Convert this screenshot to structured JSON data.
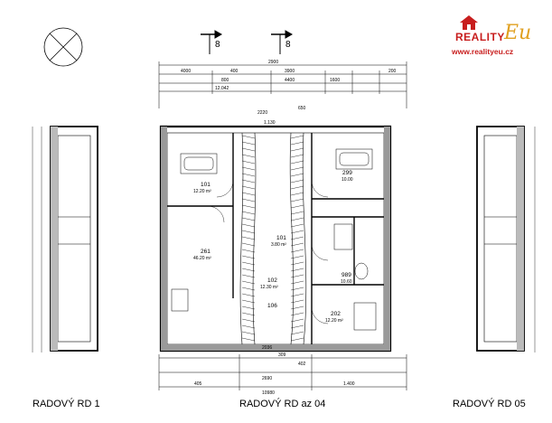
{
  "logo": {
    "brand": "REALITY",
    "script": "Eu",
    "url": "www.realityeu.cz",
    "brand_color": "#c81e1e",
    "accent_color": "#e0a020"
  },
  "labels": {
    "left": "RADOVÝ RD 1",
    "center": "RADOVÝ RD az 04",
    "right": "RADOVÝ RD 05"
  },
  "rooms": [
    {
      "id": "101",
      "area": "12.20 m²"
    },
    {
      "id": "261",
      "area": "46.20 m²"
    },
    {
      "id": "102",
      "area": "12.30 m²"
    },
    {
      "id": "202",
      "area": "12.20 m²"
    },
    {
      "id": "299",
      "area": "10.00"
    },
    {
      "id": "101",
      "area": "3.80 m²"
    },
    {
      "id": "989",
      "area": "10.60"
    },
    {
      "id": "106",
      "area": ""
    }
  ],
  "dimensions_top": [
    "2900",
    "4000",
    "400",
    "3900",
    "200",
    "800",
    "4400",
    "1600",
    "12.042",
    "650",
    "2220",
    "1.130"
  ],
  "dimensions_bottom": [
    "2036",
    "309",
    "402",
    "405",
    "2690",
    "1.400",
    "10980"
  ],
  "section_marks": [
    "8",
    "8"
  ]
}
